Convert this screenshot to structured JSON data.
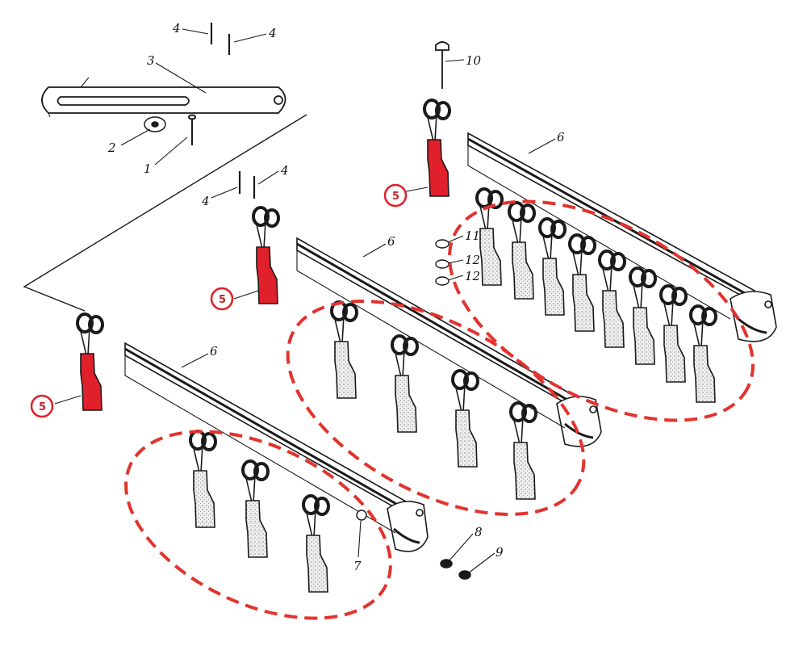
{
  "colors": {
    "ink": "#1a1a1a",
    "highlight_red": "#e0202a",
    "ellipse_red": "#e2332e",
    "stipple_fill": "#e9e9e9"
  },
  "callouts": {
    "n1": "1",
    "n2": "2",
    "n3": "3",
    "n4": "4",
    "n5": "5",
    "n6": "6",
    "n7": "7",
    "n8": "8",
    "n9": "9",
    "n10": "10",
    "n11": "11",
    "n12": "12"
  }
}
